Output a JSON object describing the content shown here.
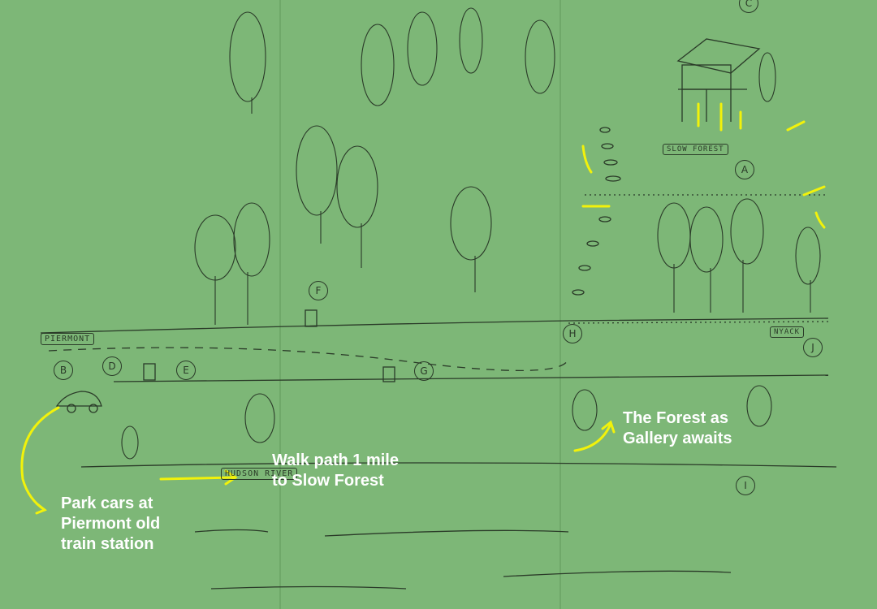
{
  "map_labels": {
    "piermont": "PIERMONT",
    "nyack": "NYACK",
    "slow_forest": "SLOW FOREST",
    "hudson_river": "HUDSON RIVER"
  },
  "markers": [
    "A",
    "B",
    "C",
    "D",
    "E",
    "F",
    "G",
    "H",
    "I",
    "J"
  ],
  "annotations": {
    "park": "Park cars at\nPiermont old\ntrain station",
    "walk": "Walk path 1 mile\nto Slow Forest",
    "gallery": "The Forest as\nGallery awaits"
  },
  "colors": {
    "background": "#7db777",
    "highlight": "#f2f20a",
    "ink": "#2a3a28"
  }
}
